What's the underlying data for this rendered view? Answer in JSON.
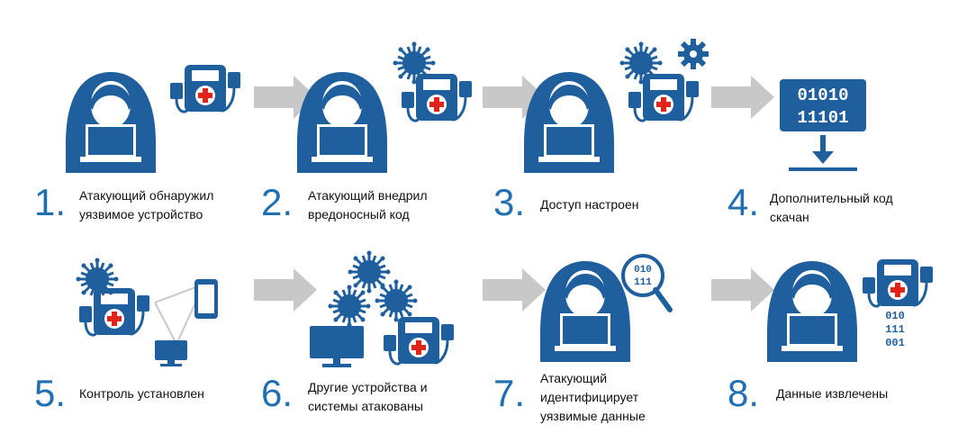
{
  "colors": {
    "primary": "#1f5f9e",
    "accent": "#e2231a",
    "arrow": "#c8c8c8",
    "number": "#1f6fb2"
  },
  "steps": [
    {
      "number": "1.",
      "lines": [
        "Атакующий обнаружил",
        "уязвимое устройство"
      ]
    },
    {
      "number": "2.",
      "lines": [
        "Атакующий внедрил",
        "вредоносный код"
      ]
    },
    {
      "number": "3.",
      "lines": [
        "Доступ настроен"
      ]
    },
    {
      "number": "4.",
      "lines": [
        "Дополнительный код",
        "скачан"
      ]
    },
    {
      "number": "5.",
      "lines": [
        "Контроль установлен"
      ]
    },
    {
      "number": "6.",
      "lines": [
        "Другие устройства и",
        "системы атакованы"
      ]
    },
    {
      "number": "7.",
      "lines": [
        "Атакующий",
        "идентифицирует",
        "уязвимые данные"
      ]
    },
    {
      "number": "8.",
      "lines": [
        "Данные извлечены"
      ]
    }
  ],
  "binary": {
    "panel_lines": [
      "01010",
      "11101"
    ],
    "magnifier_lines": [
      "010",
      "111"
    ],
    "extracted_lines": [
      "010",
      "111",
      "001"
    ]
  }
}
